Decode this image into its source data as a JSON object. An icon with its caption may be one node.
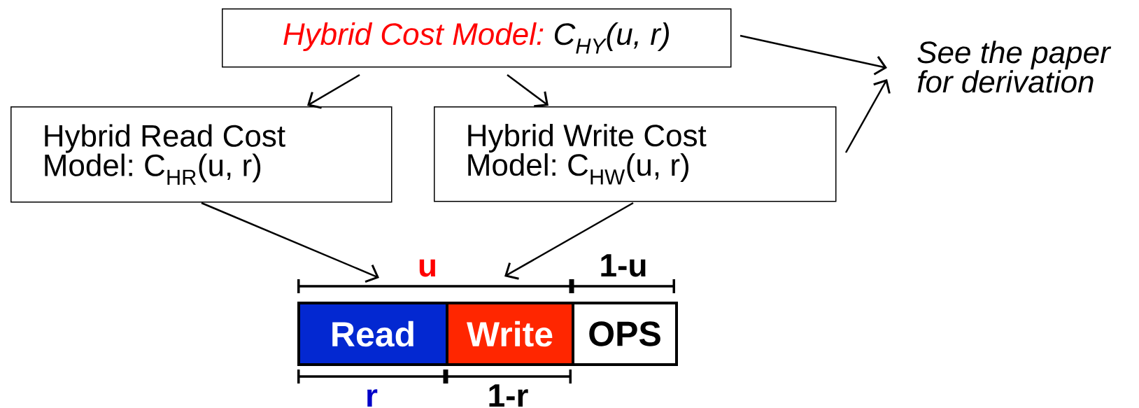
{
  "diagram": {
    "nodes": [
      {
        "text": [
          "Hybrid Cost Model:",
          "C$_{HY}$(u, r)"
        ]
      },
      {
        "text": [
          "Hybrid Read Cost Model: C$_{HR}$(u, r)"
        ]
      },
      {
        "text": [
          "Hybrid Write Cost Model: C$_{HW}$(u, r)"
        ]
      },
      {
        "text": [
          "See the paper for derivation"
        ]
      },
      {
        "text": [
          "Read"
        ]
      },
      {
        "text": [
          "Write"
        ]
      },
      {
        "text": [
          "OPS"
        ]
      }
    ],
    "edges": [
      {
        "from": 0,
        "to": 1,
        "arrow": "to"
      },
      {
        "from": 0,
        "to": 2,
        "arrow": "to"
      },
      {
        "from": 0,
        "to": 3,
        "arrow": "to"
      },
      {
        "from": 2,
        "to": 3,
        "arrow": "to"
      },
      {
        "from": 1,
        "to": 4,
        "arrow": "to"
      },
      {
        "from": 2,
        "to": 5,
        "arrow": "to"
      }
    ],
    "labels": [
      "u",
      "1-u",
      "r",
      "1-r"
    ]
  }
}
